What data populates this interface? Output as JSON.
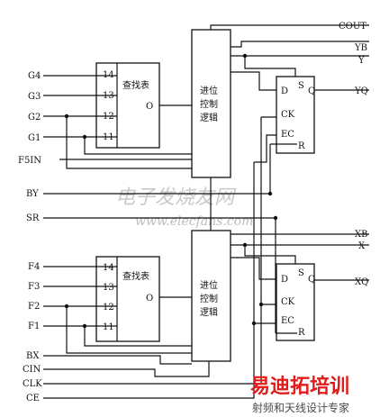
{
  "inputs_top": [
    "G4",
    "G3",
    "G2",
    "G1",
    "F5IN"
  ],
  "inputs_mid": [
    "BY",
    "SR"
  ],
  "inputs_bottom": [
    "F4",
    "F3",
    "F2",
    "F1"
  ],
  "inputs_ctrl": [
    "BX",
    "CIN",
    "CLK",
    "CE"
  ],
  "outputs_top": [
    "COUT",
    "YB",
    "Y",
    "YQ"
  ],
  "outputs_bottom": [
    "XB",
    "X",
    "XQ"
  ],
  "lut": {
    "title": "查找表",
    "pins": [
      "14",
      "13",
      "12",
      "11"
    ],
    "out": "O"
  },
  "carry_logic": [
    "进位",
    "控制",
    "逻辑"
  ],
  "flipflop": {
    "d": "D",
    "s": "S",
    "q": "Q",
    "ck": "CK",
    "ec": "EC",
    "r": "R"
  },
  "watermark": {
    "title": "电子发烧友网",
    "url": "www.elecfans.com"
  },
  "logo": {
    "name": "易迪拓培训",
    "slogan": "射频和天线设计专家"
  }
}
